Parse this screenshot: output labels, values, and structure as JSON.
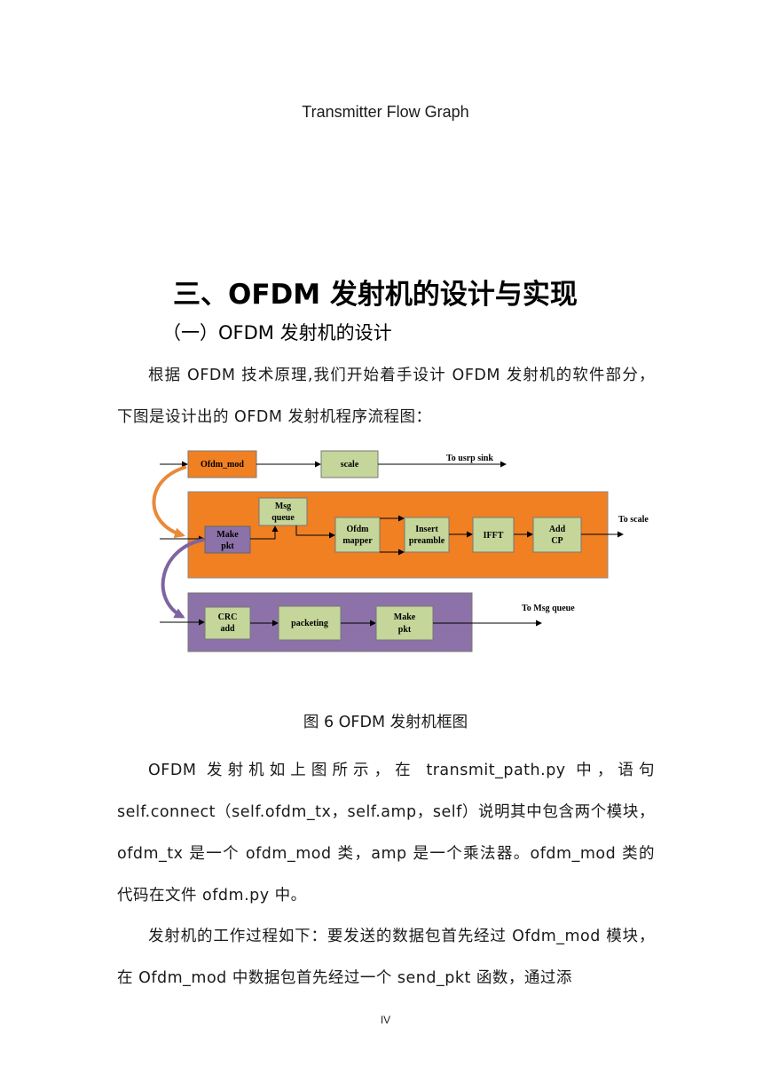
{
  "header": {
    "text": "Transmitter Flow Graph"
  },
  "section": {
    "title": "三、OFDM 发射机的设计与实现"
  },
  "subsection": {
    "title": "（一）OFDM 发射机的设计"
  },
  "paragraphs": [
    "根据 OFDM 技术原理,我们开始着手设计 OFDM 发射机的软件部分，下图是设计出的 OFDM 发射机程序流程图：",
    "OFDM 发射机如上图所示，在 transmit_path.py 中，语句 self.connect（self.ofdm_tx，self.amp，self）说明其中包含两个模块，ofdm_tx 是一个 ofdm_mod 类，amp 是一个乘法器。ofdm_mod 类的代码在文件 ofdm.py 中。",
    "发射机的工作过程如下：要发送的数据包首先经过 Ofdm_mod 模块，在 Ofdm_mod 中数据包首先经过一个 send_pkt 函数，通过添"
  ],
  "diagram": {
    "blocks": {
      "ofdm_mod": "Ofdm_mod",
      "scale": "scale",
      "msg_queue": [
        "Msg",
        "queue"
      ],
      "make_pkt": [
        "Make",
        "pkt"
      ],
      "ofdm_mapper": [
        "Ofdm",
        "mapper"
      ],
      "insert_preamble": [
        "Insert",
        "preamble"
      ],
      "ifft": "IFFT",
      "add_cp": [
        "Add",
        "CP"
      ],
      "crc_add": [
        "CRC",
        "add"
      ],
      "packeting": "packeting",
      "make_pkt_2": [
        "Make",
        "pkt"
      ]
    },
    "outputs": {
      "to_usrp_sink": "To usrp sink",
      "to_scale": "To scale",
      "to_msg_queue": "To Msg queue"
    },
    "colors": {
      "orange": "#f08022",
      "purple": "#8c72a8",
      "block_green": "#c4d69a",
      "arrow_orange": "#e9893a",
      "arrow_purple": "#7e64a0"
    }
  },
  "figure": {
    "caption": "图 6 OFDM 发射机框图"
  },
  "page": {
    "number": "IV"
  }
}
